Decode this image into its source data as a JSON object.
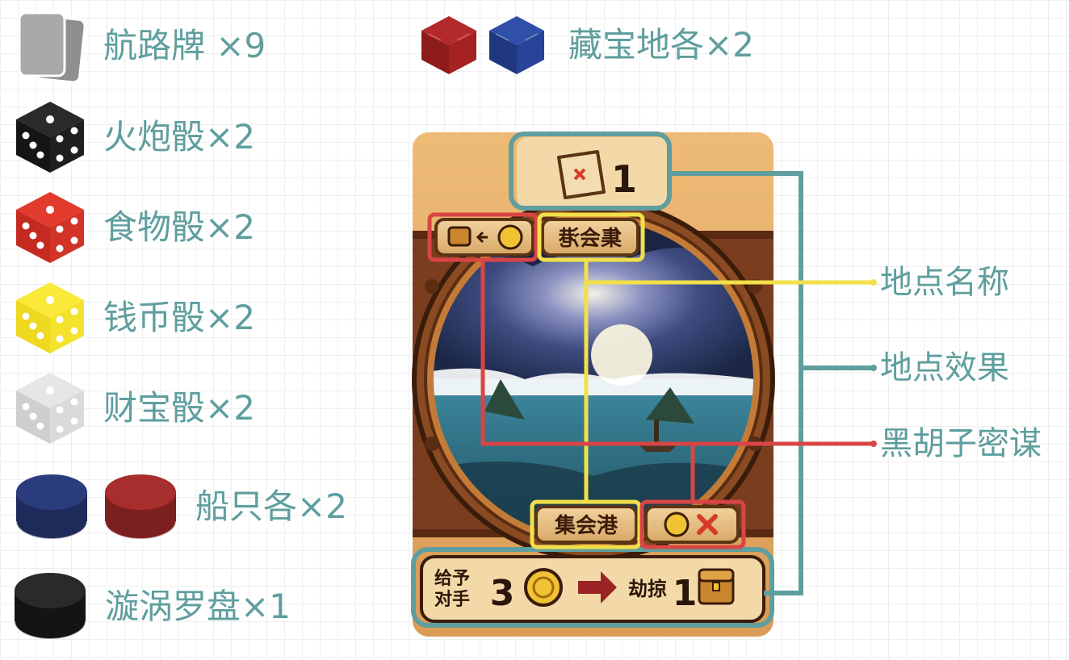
{
  "components": [
    {
      "icon": "cards-icon",
      "label": "航路牌 ×9"
    },
    {
      "icon": "black-die-icon",
      "label": "火炮骰×2"
    },
    {
      "icon": "red-die-icon",
      "label": "食物骰×2"
    },
    {
      "icon": "yellow-die-icon",
      "label": "钱币骰×2"
    },
    {
      "icon": "white-die-icon",
      "label": "财宝骰×2"
    },
    {
      "icon": "ship-tokens-icon",
      "label": "船只各×2"
    },
    {
      "icon": "vortex-compass-icon",
      "label": "漩涡罗盘×1"
    }
  ],
  "treasure_maps": {
    "icons": [
      "red-map-die-icon",
      "blue-map-die-icon"
    ],
    "label": "藏宝地各×2"
  },
  "card": {
    "number": "1",
    "mirrored_name": "集会港",
    "location_name": "集会港",
    "effect_give_line1": "给予",
    "effect_give_line2": "对手",
    "effect_give_count": "3",
    "effect_plunder_label": "劫掠",
    "effect_plunder_count": "1"
  },
  "callouts": {
    "location_name": "地点名称",
    "location_effect": "地点效果",
    "blackbeard_plot": "黑胡子密谋"
  },
  "colors": {
    "label_teal": "#5f9e9e",
    "callout_yellow": "#f2e04a",
    "callout_red": "#d94545",
    "callout_teal": "#5f9e9e",
    "card_wood": "#e9b46a"
  }
}
